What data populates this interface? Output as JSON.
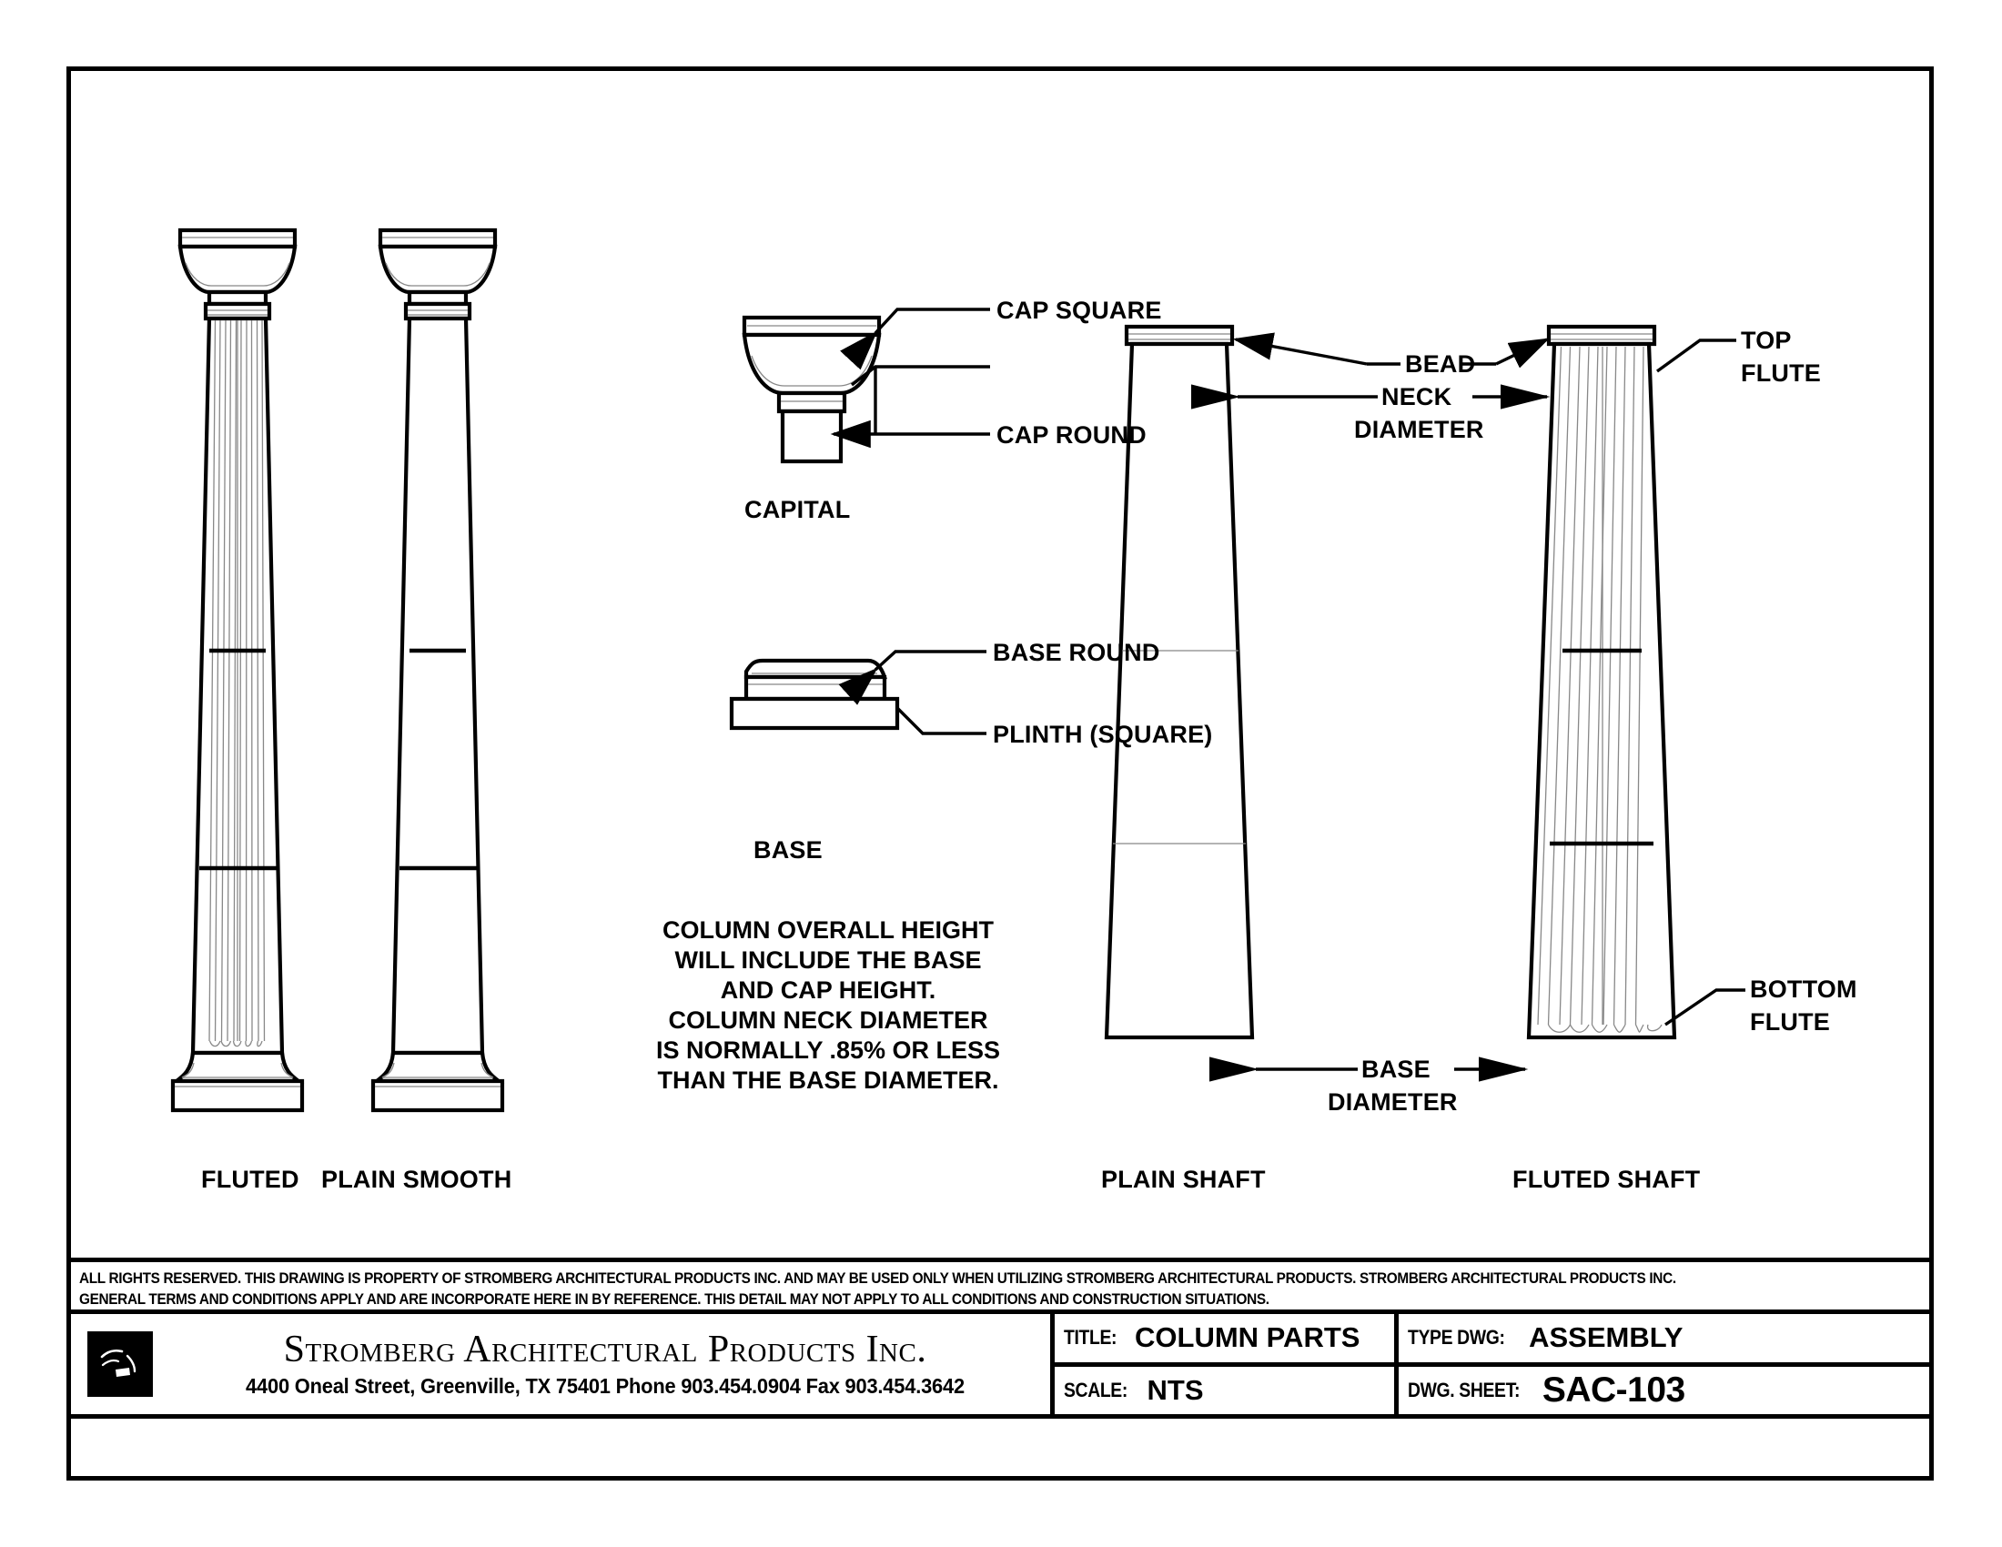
{
  "sheet": {
    "drawing_title": "COLUMN PARTS",
    "type_dwg": "ASSEMBLY",
    "scale": "NTS",
    "dwg_sheet": "SAC-103"
  },
  "figures": {
    "fluted_column_label": "FLUTED",
    "plain_column_label": "PLAIN SMOOTH",
    "capital_label": "CAPITAL",
    "base_label": "BASE",
    "plain_shaft_label": "PLAIN SHAFT",
    "fluted_shaft_label": "FLUTED SHAFT"
  },
  "callouts": {
    "cap_square": "CAP SQUARE",
    "cap_round": "CAP ROUND",
    "base_round": "BASE ROUND",
    "plinth_square": "PLINTH (SQUARE)",
    "bead": "BEAD",
    "neck_diameter_line1": "NECK",
    "neck_diameter_line2": "DIAMETER",
    "base_diameter_line1": "BASE",
    "base_diameter_line2": "DIAMETER",
    "top_flute_line1": "TOP",
    "top_flute_line2": "FLUTE",
    "bottom_flute_line1": "BOTTOM",
    "bottom_flute_line2": "FLUTE"
  },
  "note": {
    "lines": [
      "COLUMN OVERALL HEIGHT",
      "WILL INCLUDE THE BASE",
      "AND CAP HEIGHT.",
      "COLUMN NECK DIAMETER",
      "IS NORMALLY .85% OR LESS",
      "THAN THE BASE DIAMETER."
    ],
    "line1": "COLUMN OVERALL HEIGHT",
    "line2": "WILL INCLUDE THE BASE",
    "line3": "AND CAP HEIGHT.",
    "line4": "COLUMN NECK DIAMETER",
    "line5": "IS NORMALLY .85% OR LESS",
    "line6": "THAN THE BASE DIAMETER."
  },
  "rights": {
    "line1": "ALL RIGHTS RESERVED. THIS DRAWING IS PROPERTY OF STROMBERG ARCHITECTURAL PRODUCTS INC. AND MAY BE USED ONLY WHEN UTILIZING STROMBERG ARCHITECTURAL PRODUCTS.  STROMBERG ARCHITECTURAL PRODUCTS INC.",
    "line2": "GENERAL TERMS AND CONDITIONS APPLY AND ARE INCORPORATE HERE IN BY REFERENCE.  THIS DETAIL MAY NOT APPLY TO ALL CONDITIONS AND CONSTRUCTION SITUATIONS."
  },
  "company": {
    "name": "Stromberg Architectural Products Inc.",
    "address": "4400 Oneal Street, Greenville, TX  75401        Phone 903.454.0904   Fax 903.454.3642"
  },
  "titleblock_keys": {
    "title": "TITLE:",
    "type_dwg": "TYPE DWG:",
    "scale": "SCALE:",
    "dwg_sheet": "DWG. SHEET:"
  },
  "colors": {
    "ink": "#000000",
    "paper": "#ffffff",
    "light_line": "#8a8a8a"
  }
}
